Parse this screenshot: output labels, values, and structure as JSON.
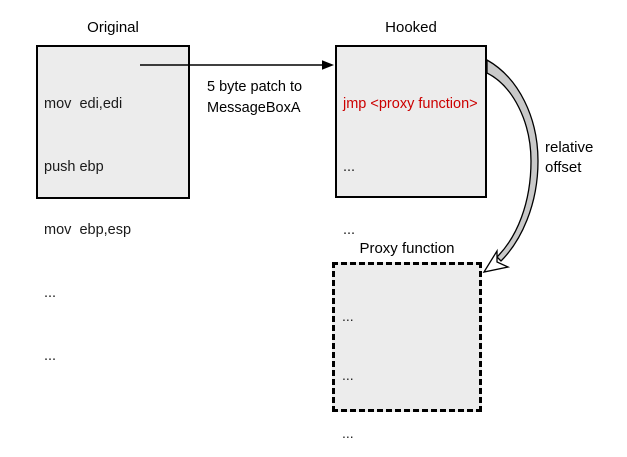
{
  "diagram": {
    "original": {
      "title": "Original",
      "lines": [
        "mov  edi,edi",
        "push ebp",
        "mov  ebp,esp",
        "...",
        "..."
      ]
    },
    "hooked": {
      "title": "Hooked",
      "jmp_line": "jmp <proxy function>",
      "lines": [
        "...",
        "..."
      ]
    },
    "proxy": {
      "title": "Proxy function",
      "lines": [
        "...",
        "...",
        "..."
      ]
    },
    "patch_label": {
      "line1": "5 byte patch to",
      "line2": "MessageBoxA"
    },
    "offset_label": {
      "line1": "relative",
      "line2": "offset"
    },
    "colors": {
      "box_fill": "#ececec",
      "box_border": "#000000",
      "jmp_text": "#cc0000",
      "arrow_tail_fill": "#c9c9c9"
    }
  }
}
